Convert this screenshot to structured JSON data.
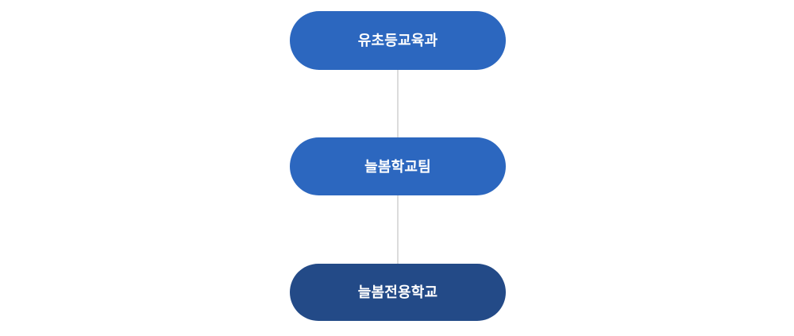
{
  "diagram": {
    "type": "vertical-hierarchy",
    "background_color": "#ffffff",
    "connector_color": "#dcdcdc",
    "nodes": [
      {
        "id": "node-1",
        "label": "유초등교육과",
        "level": 1,
        "fill_color": "#2c67bf",
        "text_color": "#ffffff",
        "shape": "pill"
      },
      {
        "id": "node-2",
        "label": "늘봄학교팀",
        "level": 2,
        "fill_color": "#2c67bf",
        "text_color": "#ffffff",
        "shape": "pill"
      },
      {
        "id": "node-3",
        "label": "늘봄전용학교",
        "level": 3,
        "fill_color": "#234a87",
        "text_color": "#ffffff",
        "shape": "pill"
      }
    ],
    "edges": [
      {
        "id": "connector-1",
        "from": "node-1",
        "to": "node-2"
      },
      {
        "id": "connector-2",
        "from": "node-2",
        "to": "node-3"
      }
    ]
  }
}
